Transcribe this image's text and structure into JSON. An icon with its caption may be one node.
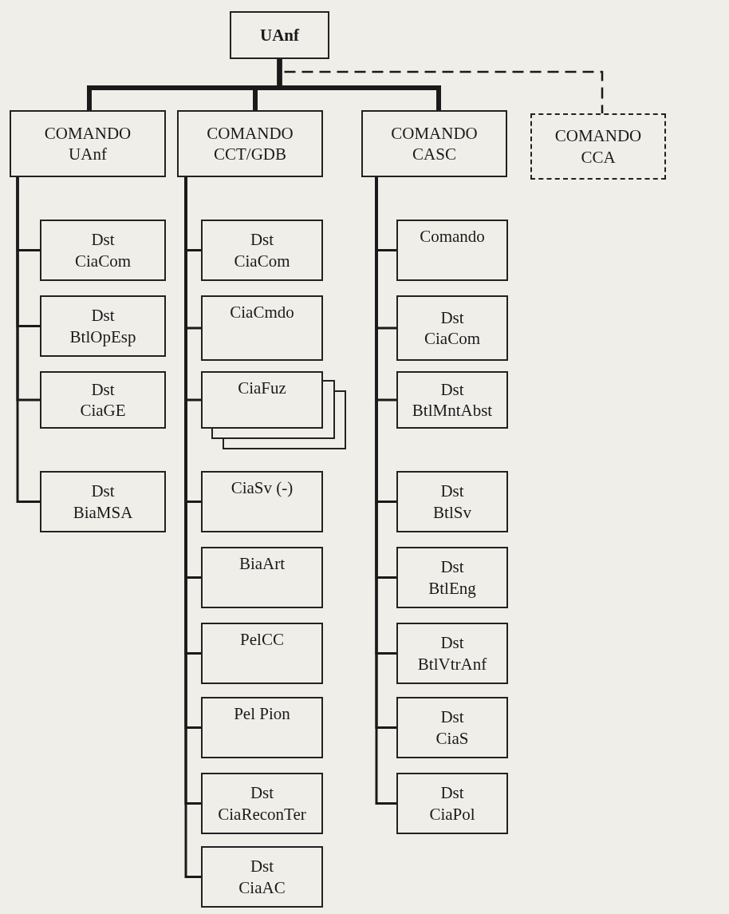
{
  "diagram": {
    "nodes": [
      {
        "text": [
          "UAnf"
        ]
      },
      {
        "text": [
          "COMANDO UAnf"
        ]
      },
      {
        "text": [
          "COMANDO CCT/GDB"
        ]
      },
      {
        "text": [
          "COMANDO CASC"
        ]
      },
      {
        "text": [
          "COMANDO CCA"
        ]
      },
      {
        "text": [
          "Dst CiaCom"
        ]
      },
      {
        "text": [
          "Dst BtlOpEsp"
        ]
      },
      {
        "text": [
          "Dst CiaGE"
        ]
      },
      {
        "text": [
          "Dst BiaMSA"
        ]
      },
      {
        "text": [
          "Dst CiaCom"
        ]
      },
      {
        "text": [
          "CiaCmdo"
        ]
      },
      {
        "text": [
          "CiaFuz"
        ]
      },
      {
        "text": [
          "CiaSv (-)"
        ]
      },
      {
        "text": [
          "BiaArt"
        ]
      },
      {
        "text": [
          "PelCC"
        ]
      },
      {
        "text": [
          "Pel Pion"
        ]
      },
      {
        "text": [
          "Dst CiaReconTer"
        ]
      },
      {
        "text": [
          "Dst CiaAC"
        ]
      },
      {
        "text": [
          "Comando"
        ]
      },
      {
        "text": [
          "Dst CiaCom"
        ]
      },
      {
        "text": [
          "Dst BtlMntAbst"
        ]
      },
      {
        "text": [
          "Dst BtlSv"
        ]
      },
      {
        "text": [
          "Dst BtlEng"
        ]
      },
      {
        "text": [
          "Dst BtlVtrAnf"
        ]
      },
      {
        "text": [
          "Dst CiaS"
        ]
      },
      {
        "text": [
          "Dst CiaPol"
        ]
      }
    ],
    "edges": [
      {
        "from": 0,
        "to": 1,
        "arrow": "none",
        "style": "thick"
      },
      {
        "from": 0,
        "to": 2,
        "arrow": "none",
        "style": "thick"
      },
      {
        "from": 0,
        "to": 3,
        "arrow": "none",
        "style": "thick"
      },
      {
        "from": 0,
        "to": 4,
        "arrow": "none",
        "style": "dashed"
      },
      {
        "from": 1,
        "to": 5,
        "arrow": "none"
      },
      {
        "from": 1,
        "to": 6,
        "arrow": "none"
      },
      {
        "from": 1,
        "to": 7,
        "arrow": "none"
      },
      {
        "from": 1,
        "to": 8,
        "arrow": "none"
      },
      {
        "from": 2,
        "to": 9,
        "arrow": "none"
      },
      {
        "from": 2,
        "to": 10,
        "arrow": "none"
      },
      {
        "from": 2,
        "to": 11,
        "arrow": "none"
      },
      {
        "from": 2,
        "to": 12,
        "arrow": "none"
      },
      {
        "from": 2,
        "to": 13,
        "arrow": "none"
      },
      {
        "from": 2,
        "to": 14,
        "arrow": "none"
      },
      {
        "from": 2,
        "to": 15,
        "arrow": "none"
      },
      {
        "from": 2,
        "to": 16,
        "arrow": "none"
      },
      {
        "from": 2,
        "to": 17,
        "arrow": "none"
      },
      {
        "from": 3,
        "to": 18,
        "arrow": "none"
      },
      {
        "from": 3,
        "to": 19,
        "arrow": "none"
      },
      {
        "from": 3,
        "to": 20,
        "arrow": "none"
      },
      {
        "from": 3,
        "to": 21,
        "arrow": "none"
      },
      {
        "from": 3,
        "to": 22,
        "arrow": "none"
      },
      {
        "from": 3,
        "to": 23,
        "arrow": "none"
      },
      {
        "from": 3,
        "to": 24,
        "arrow": "none"
      },
      {
        "from": 3,
        "to": 25,
        "arrow": "none"
      }
    ]
  }
}
